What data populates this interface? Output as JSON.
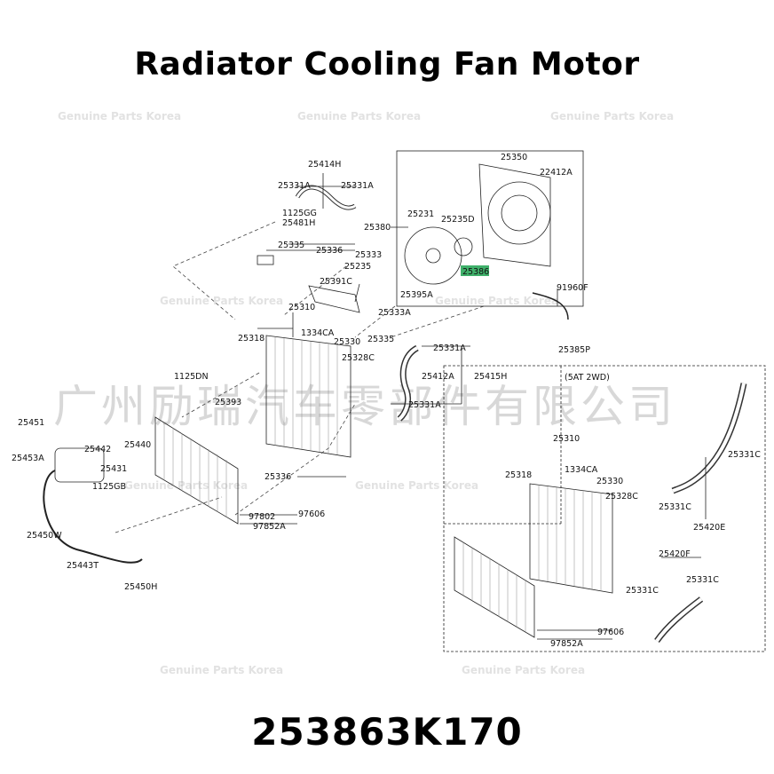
{
  "title": "Radiator Cooling Fan Motor",
  "part_number": "253863K170",
  "watermark_cn": "广州励瑞汽车零部件有限公司",
  "watermark_brand": "Genuine Parts Korea",
  "variant_label": "(5AT 2WD)",
  "highlight_color": "#3fb06a",
  "callouts": {
    "c25414H": "25414H",
    "c25331A_1": "25331A",
    "c25331A_2": "25331A",
    "c1125GG": "1125GG",
    "c25481H": "25481H",
    "c25335_1": "25335",
    "c25336_1": "25336",
    "c25333": "25333",
    "c25235": "25235",
    "c25391C": "25391C",
    "c25310_1": "25310",
    "c25318_1": "25318",
    "c1334CA_1": "1334CA",
    "c25330_1": "25330",
    "c25335_2": "25335",
    "c25333A": "25333A",
    "c25328C_1": "25328C",
    "c25331A_3": "25331A",
    "c25412A": "25412A",
    "c25415H": "25415H",
    "c25331A_4": "25331A",
    "c1125DN": "1125DN",
    "c25393": "25393",
    "c25451": "25451",
    "c25453A": "25453A",
    "c25442": "25442",
    "c25440": "25440",
    "c25431": "25431",
    "c1125GB": "1125GB",
    "c25450W": "25450W",
    "c25443T": "25443T",
    "c25450H": "25450H",
    "c25336_2": "25336",
    "c97802_1": "97802",
    "c97606_1": "97606",
    "c97852A_1": "97852A",
    "c25350": "25350",
    "c22412A": "22412A",
    "c25380": "25380",
    "c25231": "25231",
    "c25235D": "25235D",
    "c25386": "25386",
    "c25395A": "25395A",
    "c91960F": "91960F",
    "c25385P": "25385P",
    "c25310_2": "25310",
    "c1334CA_2": "1334CA",
    "c25318_2": "25318",
    "c25330_2": "25330",
    "c25328C_2": "25328C",
    "c25331C_1": "25331C",
    "c25331C_2": "25331C",
    "c25420E": "25420E",
    "c25420F": "25420F",
    "c25331C_3": "25331C",
    "c25331C_4": "25331C",
    "c97606_2": "97606",
    "c97852A_2": "97852A"
  }
}
